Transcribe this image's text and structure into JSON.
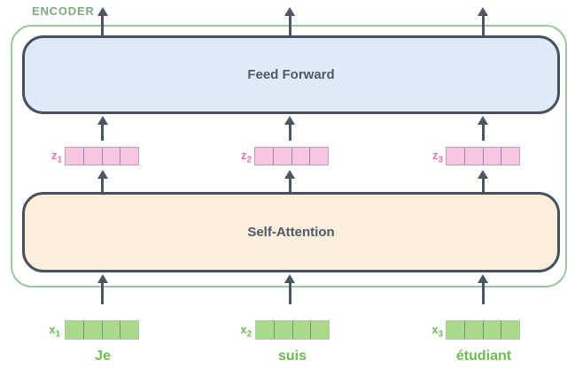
{
  "encoder": {
    "title": "ENCODER"
  },
  "blocks": {
    "feed_forward": "Feed Forward",
    "self_attention": "Self-Attention"
  },
  "vectors": {
    "cells_per_vector": 4,
    "z": [
      {
        "base": "z",
        "sub": "1"
      },
      {
        "base": "z",
        "sub": "2"
      },
      {
        "base": "z",
        "sub": "3"
      }
    ],
    "x": [
      {
        "base": "x",
        "sub": "1"
      },
      {
        "base": "x",
        "sub": "2"
      },
      {
        "base": "x",
        "sub": "3"
      }
    ]
  },
  "words": [
    "Je",
    "suis",
    "étudiant"
  ],
  "colors": {
    "encoder_border": "#9cc79e",
    "encoder_title": "#7cab80",
    "block_border": "#47515c",
    "feed_forward_fill": "#deeaf8",
    "self_attention_fill": "#fbeedd",
    "block_text": "#4f5a64",
    "arrow": "#4d565f",
    "z_label": "#ee6db6",
    "z_fill": "#f7c7e2",
    "x_label": "#6fbc4e",
    "x_fill": "#a9da8c",
    "word_text": "#6fbc4e"
  }
}
